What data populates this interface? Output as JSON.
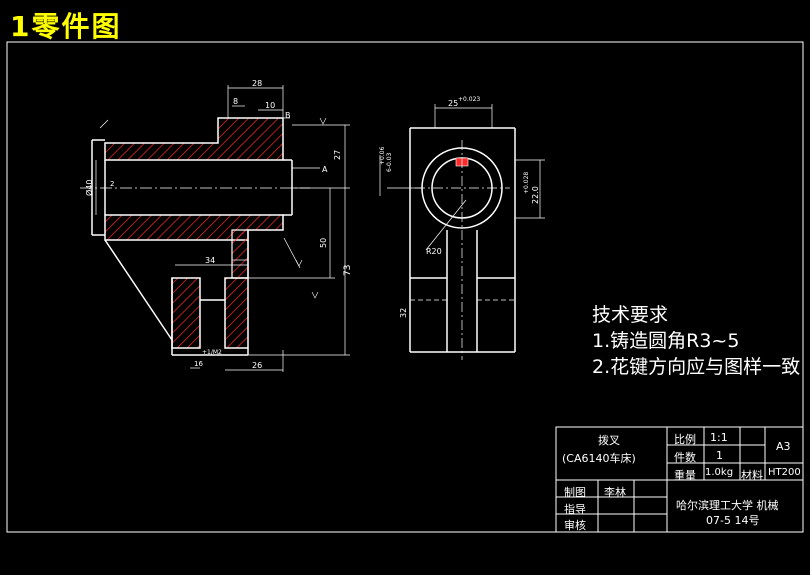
{
  "page_title": "1零件图",
  "dimensions": {
    "d28": "28",
    "d8": "8",
    "d10": "10",
    "d27": "27",
    "d_phi40": "Ø40",
    "d50": "50",
    "d73": "73",
    "d34": "34",
    "d16": "16",
    "d26": "26",
    "d25": "25",
    "d22": "22.0",
    "d32": "32",
    "r20": "R20",
    "tol_a": "+0.06",
    "tol_b": "6-0.03",
    "tol_c": "+0.028",
    "tol_d": "+0.023",
    "tol_e": "+1/M2",
    "ref_a": "A",
    "ref_b": "B",
    "phi2": "2"
  },
  "requirements": {
    "title": "技术要求",
    "item1": "1.铸造圆角R3~5",
    "item2": "2.花键方向应与图样一致"
  },
  "title_block": {
    "part_name": "拨叉",
    "machine": "(CA6140车床)",
    "scale_label": "比例",
    "scale_value": "1:1",
    "qty_label": "件数",
    "qty_value": "1",
    "size": "A3",
    "weight_label": "重量",
    "weight_value": "1.0kg",
    "material_label": "材料",
    "material_value": "HT200",
    "drawn_label": "制图",
    "drawn_name": "李林",
    "guide_label": "指导",
    "review_label": "审核",
    "school": "哈尔滨理工大学 机械",
    "class_no": "07-5 14号"
  }
}
